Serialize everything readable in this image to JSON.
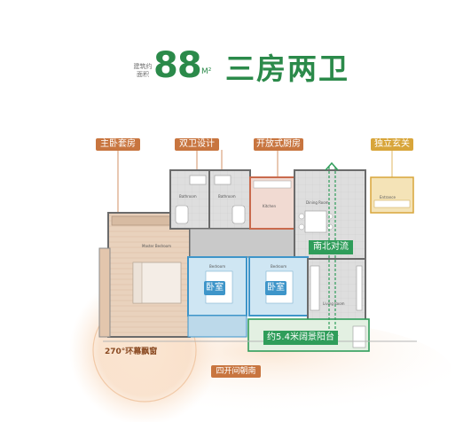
{
  "header": {
    "area_caption": "建筑约面积",
    "area_value": "88",
    "area_unit": "M²",
    "layout": "三房两卫"
  },
  "callouts": {
    "master_suite": "主卧套房",
    "dual_bath": "双卫设计",
    "open_kitchen": "开放式厨房",
    "entrance": "独立玄关"
  },
  "plan": {
    "bedroom_a": "卧室",
    "bedroom_b": "卧室",
    "ns_ventilation": "南北对流",
    "balcony": "约5.4米阔景阳台",
    "bay_window": "270°环幕飘窗",
    "south_facing": "四开间朝南",
    "room_labels": {
      "master_bedroom": "Master Bedroom",
      "bathroom_1": "Bathroom",
      "bathroom_2": "Bathroom",
      "kitchen": "Kitchen",
      "dining": "Dining Room",
      "bedroom_1": "Bedroom",
      "bedroom_2": "Bedroom",
      "living": "Living Room",
      "entrance": "Entrance"
    }
  },
  "colors": {
    "green": "#2b8a4a",
    "orange": "#c8753f",
    "gold": "#d8a53a",
    "blue": "#3e95c9"
  }
}
